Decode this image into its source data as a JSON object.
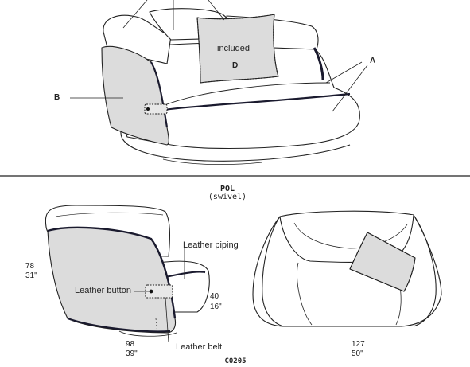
{
  "top_view": {
    "callouts": {
      "a": "A",
      "b": "B",
      "d": "D"
    },
    "pillow_text": "included"
  },
  "model": {
    "name": "POL",
    "variant": "(swivel)",
    "code": "C0205"
  },
  "side_view": {
    "height_cm": "78",
    "height_in": "31\"",
    "seat_cm": "40",
    "seat_in": "16\"",
    "width_cm": "98",
    "width_in": "39\"",
    "labels": {
      "piping": "Leather piping",
      "button": "Leather button",
      "belt": "Leather belt"
    }
  },
  "back_view": {
    "width_cm": "127",
    "width_in": "50\""
  },
  "colors": {
    "line": "#222222",
    "fill": "#ffffff",
    "shade": "#dcdcdc",
    "accent": "#1a1a2e"
  }
}
